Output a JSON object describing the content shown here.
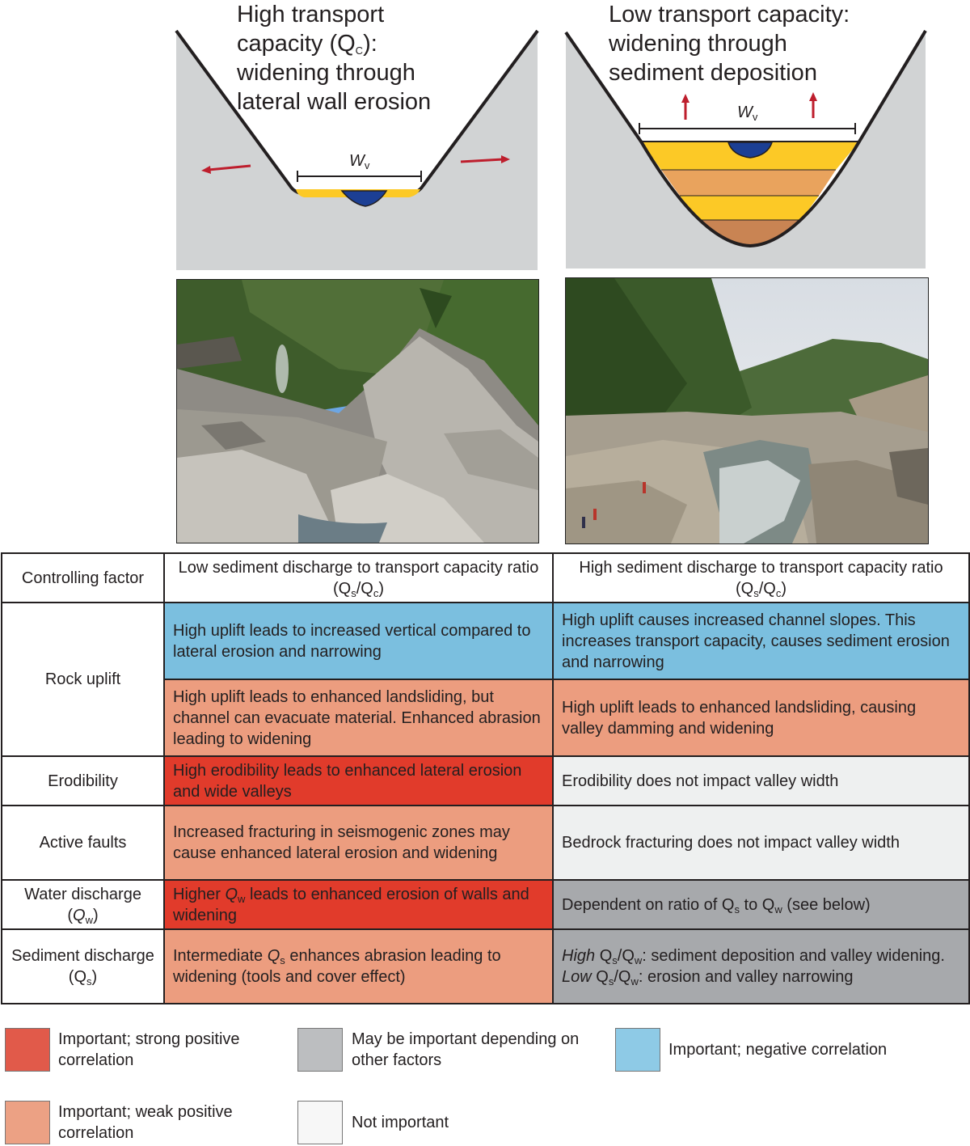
{
  "diagrams": {
    "left": {
      "title_lines": [
        "High transport",
        "capacity (Q",
        "C",
        "):",
        "widening through",
        "lateral wall erosion"
      ],
      "width_label": "W",
      "width_sub": "v"
    },
    "right": {
      "title_lines": [
        "Low transport capacity:",
        "widening through",
        "sediment deposition"
      ],
      "width_label": "W",
      "width_sub": "v"
    },
    "colors": {
      "rock": "#d1d3d4",
      "water": "#1c3f94",
      "sediment_yellow": "#fcc926",
      "sediment_orange": "#e9a35d",
      "sediment_brown": "#c98453",
      "arrow": "#be1e2d"
    }
  },
  "photos": {
    "left": "photo-bedrock-gorge",
    "right": "photo-gravel-valley"
  },
  "table": {
    "header": {
      "factor": "Controlling factor",
      "low_a": "Low sediment discharge to transport capacity ratio (Q",
      "low_s": "s",
      "low_mid": "/Q",
      "low_c": "c",
      "low_end": ")",
      "high_a": "High sediment discharge to transport capacity ratio (Q",
      "high_s": "s",
      "high_mid": "/Q",
      "high_c": "c",
      "high_end": ")"
    },
    "rows": {
      "rock_uplift": {
        "factor": "Rock uplift",
        "low_1": "High uplift leads to increased vertical compared to lateral erosion and narrowing",
        "high_1": "High uplift causes increased channel slopes. This increases transport capacity, causes sediment erosion and narrowing",
        "low_2": "High uplift leads to enhanced landsliding, but channel can evacuate material. Enhanced abrasion leading to widening",
        "high_2": "High uplift leads to enhanced landsliding, causing valley damming and widening"
      },
      "erodibility": {
        "factor": "Erodibility",
        "low": "High erodibility leads to enhanced lateral erosion and wide valleys",
        "high": "Erodibility does not impact valley width"
      },
      "active_faults": {
        "factor": "Active faults",
        "low": "Increased fracturing in seismogenic zones may cause enhanced lateral erosion and widening",
        "high": "Bedrock fracturing does not impact valley width"
      },
      "water_discharge": {
        "factor_a": "Water discharge",
        "factor_q": "Q",
        "factor_w": "w",
        "low_a": "Higher ",
        "low_q": "Q",
        "low_w": "w",
        "low_b": " leads to enhanced erosion of walls and widening",
        "high_a": "Dependent on ratio of Q",
        "high_s": "s",
        "high_b": " to Q",
        "high_w": "w",
        "high_c": " (see below)"
      },
      "sediment_discharge": {
        "factor_a": "Sediment discharge (Q",
        "factor_s": "s",
        "factor_end": ")",
        "low_a": "Intermediate ",
        "low_q": "Q",
        "low_s": "s",
        "low_b": " enhances abrasion leading to widening (tools and cover effect)",
        "high_i1": "High",
        "high_a": " Q",
        "high_s": "s",
        "high_b": "/Q",
        "high_w": "w",
        "high_c": ": sediment deposition and valley widening. ",
        "high_i2": "Low",
        "high_d": " Q",
        "high_s2": "s",
        "high_e": "/Q",
        "high_w2": "w",
        "high_f": ": erosion and valley narrowing"
      }
    }
  },
  "legend": {
    "strong_positive": "Important; strong positive correlation",
    "conditional": "May be important depending on other factors",
    "negative": "Important; negative correlation",
    "weak_positive": "Important; weak positive correlation",
    "not_important": "Not important",
    "colors": {
      "strong_positive": "#e15a4a",
      "conditional": "#bcbec0",
      "negative": "#8ecae6",
      "weak_positive": "#eca184",
      "not_important": "#f7f7f7"
    }
  }
}
